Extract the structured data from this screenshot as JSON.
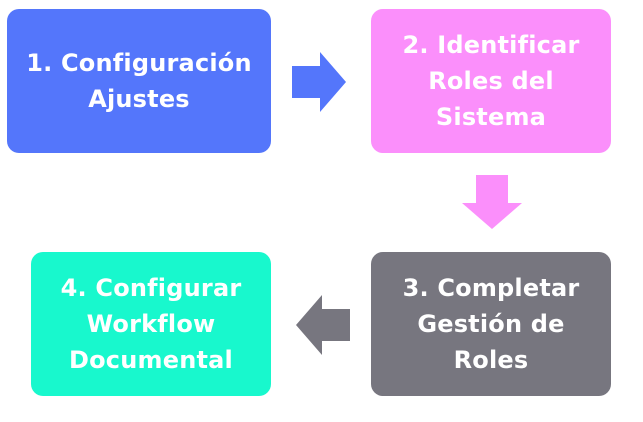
{
  "steps": [
    {
      "label": "1. Configuración\nAjustes",
      "color": "#5476fb"
    },
    {
      "label": "2. Identificar\nRoles del\nSistema",
      "color": "#fb8ffb"
    },
    {
      "label": "3. Completar\nGestión de\nRoles",
      "color": "#77767f"
    },
    {
      "label": "4. Configurar\nWorkflow\nDocumental",
      "color": "#18f8cd"
    }
  ],
  "arrows": [
    {
      "direction": "right",
      "color": "#5476fb"
    },
    {
      "direction": "down",
      "color": "#fb8ffb"
    },
    {
      "direction": "left",
      "color": "#77767f"
    }
  ]
}
